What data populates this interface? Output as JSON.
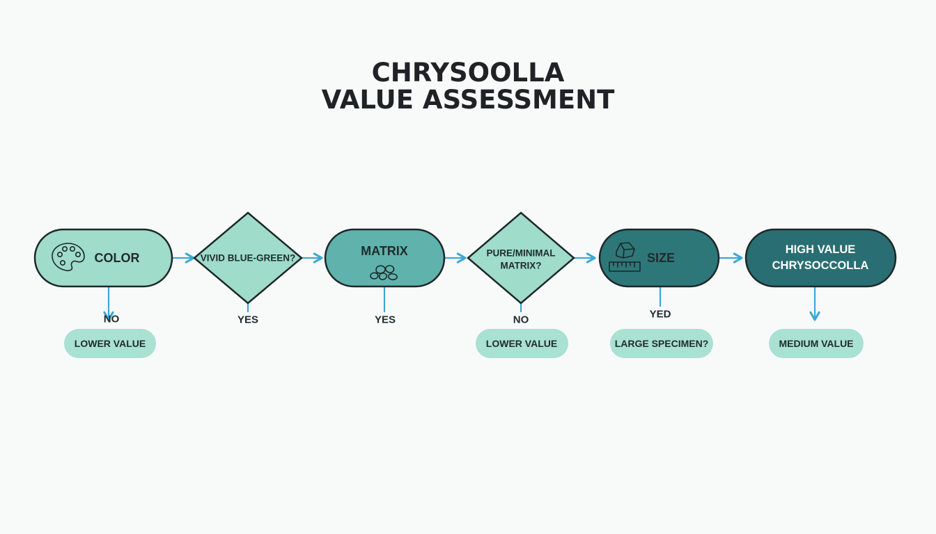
{
  "title": {
    "line1": "CHRYSOOLLA",
    "line2": "VALUE ASSESSMENT"
  },
  "nodes": {
    "color": {
      "label": "COLOR",
      "icon": "palette-icon"
    },
    "vivid": {
      "label": "VIVID BLUE-GREEN?"
    },
    "matrix": {
      "label": "MATRIX",
      "icon": "stones-icon"
    },
    "pure": {
      "line1": "PURE/MINIMAL",
      "line2": "MATRIX?"
    },
    "size": {
      "label": "SIZE",
      "icon": "rock-ruler-icon"
    },
    "high": {
      "line1": "HIGH VALUE",
      "line2": "CHRYSOCCOLLA"
    }
  },
  "edge_labels": {
    "color_down": "NO",
    "vivid_down": "YES",
    "matrix_down": "YES",
    "pure_down": "NO",
    "size_down": "YED"
  },
  "outcomes": {
    "lower1": "LOWER VALUE",
    "lower2": "LOWER VALUE",
    "large": "LARGE SPECIMEN?",
    "medium": "MEDIUM VALUE"
  },
  "colors": {
    "light_teal": "#9fdcca",
    "mid_teal": "#5fb3ac",
    "dark_teal": "#2d7779",
    "darkest_teal": "#296e72",
    "pill": "#a9e1d2",
    "arrow": "#3aa9d4"
  }
}
